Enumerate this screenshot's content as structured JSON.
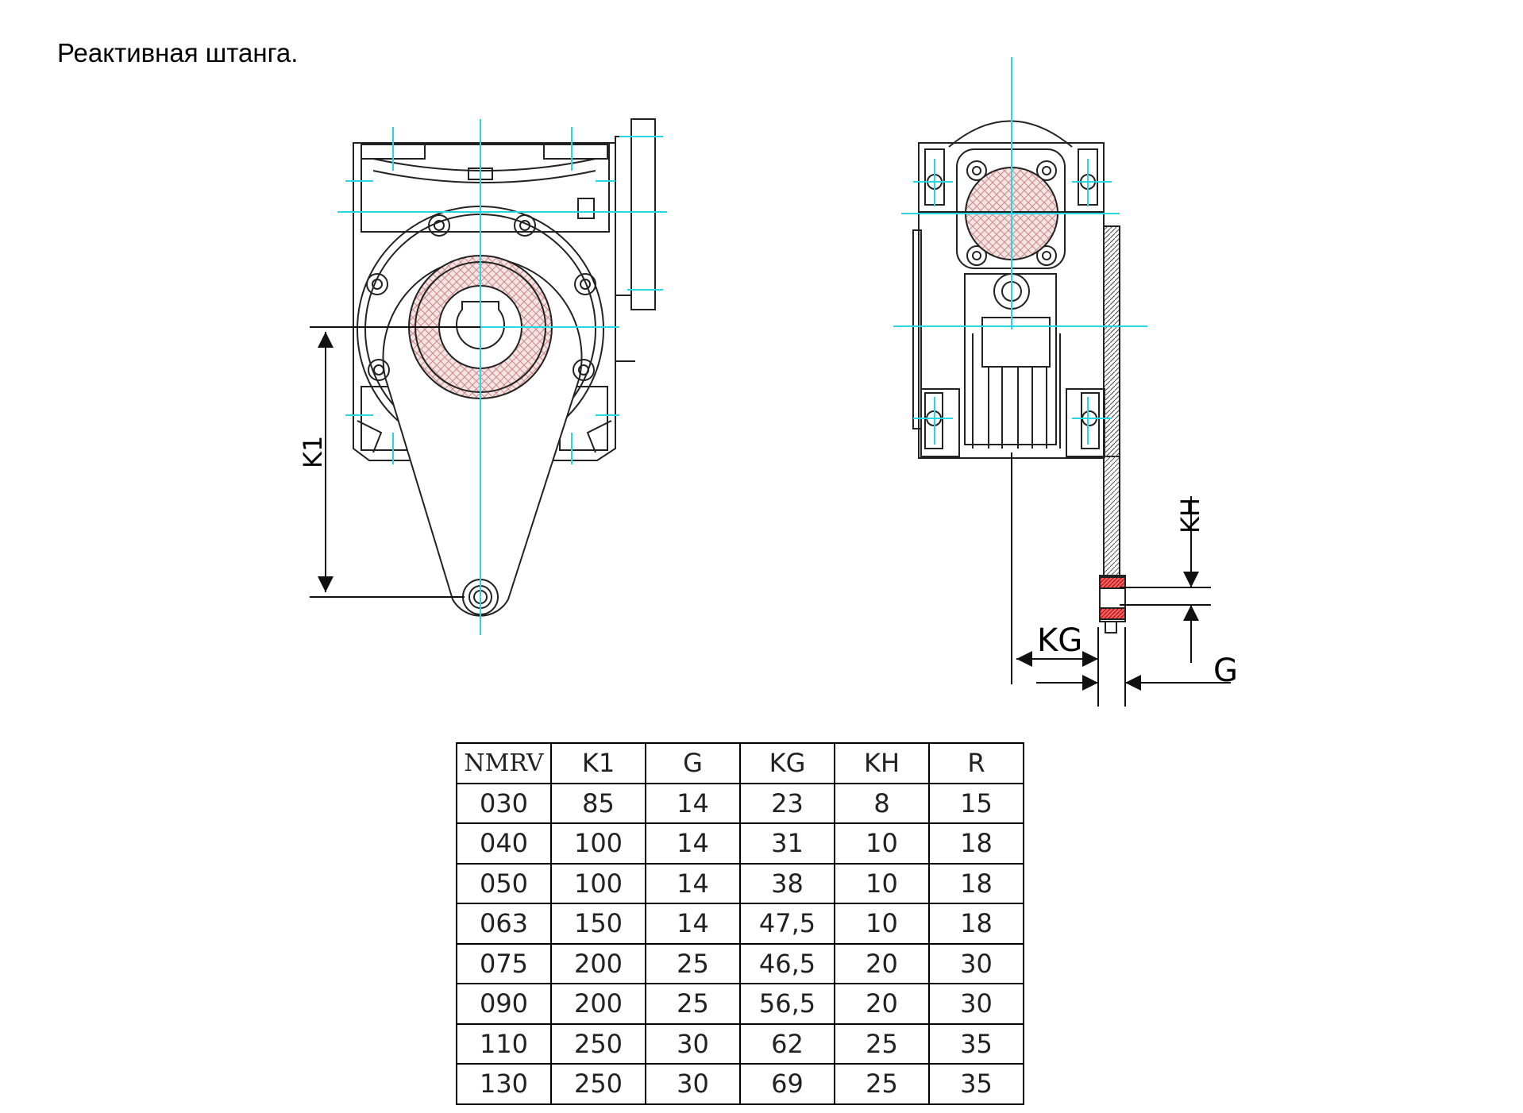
{
  "title": "Реактивная штанга.",
  "labels": {
    "k1": "K1",
    "kh": "KH",
    "kg": "KG",
    "g": "G"
  },
  "colors": {
    "centerline": "#28d7e6",
    "line": "#222222",
    "hatch_fill": "#f2dede",
    "hatch": "#c06060",
    "bushing": "#e03030"
  },
  "table": {
    "headers": [
      "NMRV",
      "K1",
      "G",
      "KG",
      "KH",
      "R"
    ],
    "rows": [
      [
        "030",
        "85",
        "14",
        "23",
        "8",
        "15"
      ],
      [
        "040",
        "100",
        "14",
        "31",
        "10",
        "18"
      ],
      [
        "050",
        "100",
        "14",
        "38",
        "10",
        "18"
      ],
      [
        "063",
        "150",
        "14",
        "47,5",
        "10",
        "18"
      ],
      [
        "075",
        "200",
        "25",
        "46,5",
        "20",
        "30"
      ],
      [
        "090",
        "200",
        "25",
        "56,5",
        "20",
        "30"
      ],
      [
        "110",
        "250",
        "30",
        "62",
        "25",
        "35"
      ],
      [
        "130",
        "250",
        "30",
        "69",
        "25",
        "35"
      ]
    ]
  }
}
